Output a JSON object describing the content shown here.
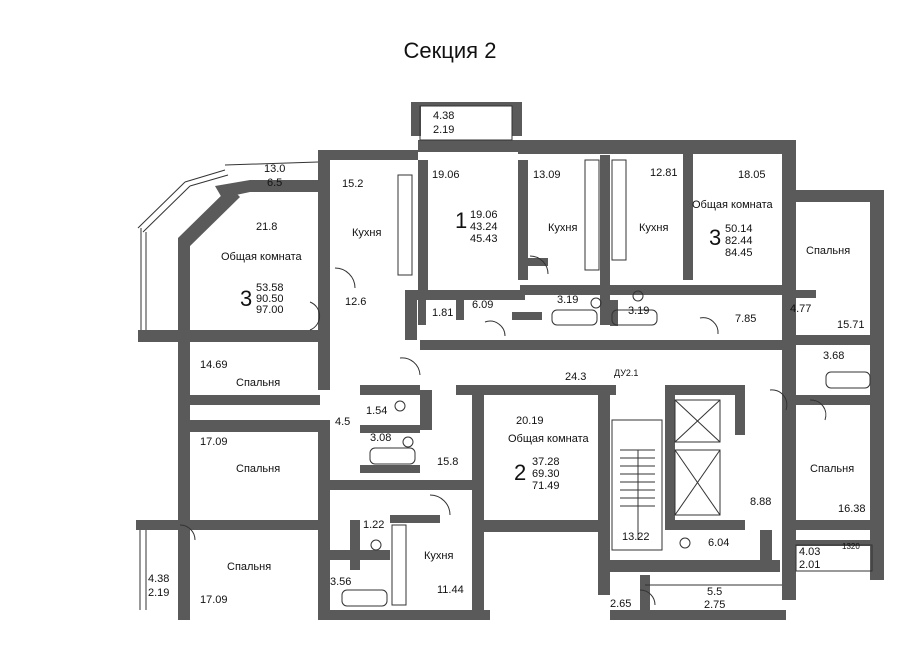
{
  "title": "Секция 2",
  "rooms": {
    "living_room": "Общая комната",
    "kitchen": "Кухня",
    "bedroom": "Спальня"
  },
  "apartments": [
    {
      "rooms": "3",
      "areas": [
        "53.58",
        "90.50",
        "97.00"
      ]
    },
    {
      "rooms": "1",
      "areas": [
        "19.06",
        "43.24",
        "45.43"
      ]
    },
    {
      "rooms": "3",
      "areas": [
        "50.14",
        "82.44",
        "84.45"
      ]
    },
    {
      "rooms": "2",
      "areas": [
        "37.28",
        "69.30",
        "71.49"
      ]
    }
  ],
  "areas": {
    "a4_38_top": "4.38",
    "a2_19_top": "2.19",
    "a13_0": "13.0",
    "a6_5": "6.5",
    "a15_2": "15.2",
    "a19_06": "19.06",
    "a13_09": "13.09",
    "a12_81": "12.81",
    "a18_05": "18.05",
    "a21_8": "21.8",
    "a12_6": "12.6",
    "a1_81": "1.81",
    "a6_09": "6.09",
    "a3_19_l": "3.19",
    "a3_19_r": "3.19",
    "a7_85": "7.85",
    "a4_77": "4.77",
    "a15_71": "15.71",
    "a3_68": "3.68",
    "a14_69": "14.69",
    "a24_3": "24.3",
    "du": "ДУ2.1",
    "a1_54": "1.54",
    "a4_5": "4.5",
    "a3_08": "3.08",
    "a17_09_top": "17.09",
    "a20_19": "20.19",
    "a15_8": "15.8",
    "a8_88": "8.88",
    "a16_38": "16.38",
    "a1_22": "1.22",
    "a13_22": "13.22",
    "a6_04": "6.04",
    "a3_56": "3.56",
    "a11_44": "11.44",
    "a4_03": "4.03",
    "a2_01": "2.01",
    "a1320": "1320",
    "a4_38_bot": "4.38",
    "a2_19_bot": "2.19",
    "a17_09_bot": "17.09",
    "a2_65": "2.65",
    "a5_5": "5.5",
    "a2_75": "2.75"
  }
}
